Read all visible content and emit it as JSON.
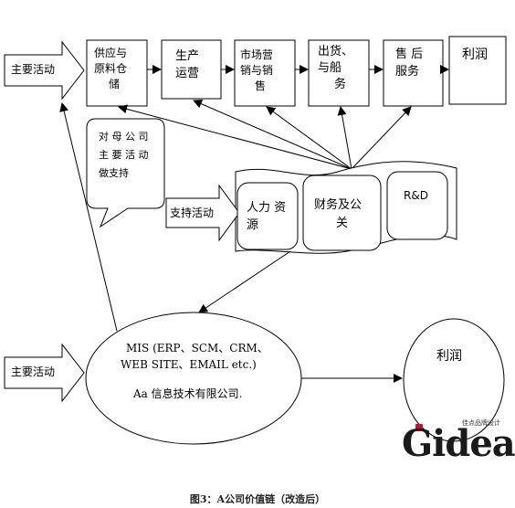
{
  "primary_activity_top": "主要活动",
  "primary_activity_bottom": "主要活动",
  "support_activity": "支持活动",
  "chain_boxes": [
    {
      "lines": [
        "供应与",
        "原料仓",
        "储"
      ]
    },
    {
      "lines": [
        "生产",
        "运营"
      ]
    },
    {
      "lines": [
        "市场营",
        "销与销",
        "售"
      ]
    },
    {
      "lines": [
        "出货、",
        "与船",
        "务"
      ]
    },
    {
      "lines": [
        "售 后",
        "服务"
      ]
    },
    {
      "lines": [
        "利润"
      ]
    }
  ],
  "callout_lines": [
    "对 母 公 司",
    "主 要 活 动",
    "做支持"
  ],
  "support_boxes": [
    {
      "lines": [
        "人力 资",
        "源"
      ]
    },
    {
      "lines": [
        "财务及公",
        "关"
      ]
    },
    {
      "lines": [
        "R&D"
      ]
    }
  ],
  "mis_lines": [
    "MIS (ERP、SCM、CRM、",
    "WEB SITE、EMAIL etc.)",
    "",
    "Aa 信息技术有限公司."
  ],
  "profit_circle": "利润",
  "logo": {
    "text": "Gidea",
    "tagline": "佳点品牌设计",
    "accent": "#c8102e"
  },
  "caption": "图3：A公司价值链（改造后）"
}
